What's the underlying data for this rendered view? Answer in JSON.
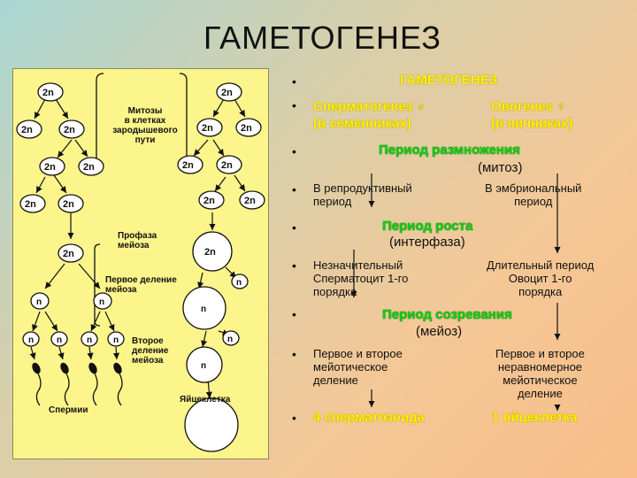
{
  "title": "ГАМЕТОГЕНЕЗ",
  "left_panel": {
    "nodes": {
      "diploid": "2n",
      "haploid": "n"
    },
    "labels": {
      "mitoses": "Митозы\nв клетках\nзародышевого\nпути",
      "prophase": "Профаза\nмейоза",
      "first_division": "Первое деление\nмейоза",
      "second_division": "Второе\nделение\nмейоза",
      "sperm": "Спермии",
      "egg": "Яйцеклетка"
    }
  },
  "right_panel": {
    "header": "ГАМЕТОГЕНЕЗ",
    "spermatogenesis": "Сперматогенез ♂\n(в семенниках)",
    "oogenesis": "Овогенез ♀\n(в яичниках)",
    "proliferation": "Период размножения",
    "mitosis": "(митоз)",
    "repro_period": "В репродуктивный\nпериод",
    "embryo_period": "В эмбриональный\nпериод",
    "growth": "Период роста",
    "interphase": "(интерфаза)",
    "spermatocyte": "Незначительный\nСперматоцит 1-го\nпорядка",
    "oocyte": "Длительный период\nОвоцит 1-го\nпорядка",
    "maturation": "Период созревания",
    "meiosis": "(мейоз)",
    "meiotic_male": "Первое и второе\nмейотическое\nделение",
    "meiotic_female": "Первое и второе\nнеравномерное\nмейотическое\nделение",
    "four_sperm": "4 сперматозоида",
    "one_egg": "1 яйцеклетка"
  },
  "colors": {
    "panel_bg": "#fbf58b",
    "highlight_yellow": "#fff200",
    "highlight_green": "#13cf13"
  }
}
